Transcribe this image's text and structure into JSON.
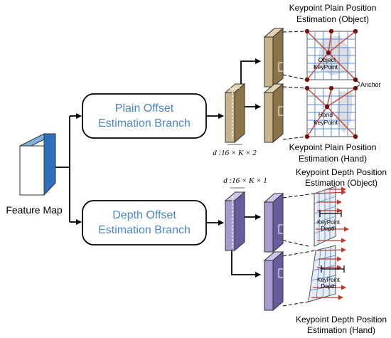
{
  "feature_map": {
    "label": "Feature Map"
  },
  "branches": {
    "plain": {
      "line1": "Plain Offset",
      "line2": "Estimation Branch"
    },
    "depth": {
      "line1": "Depth Offset",
      "line2": "Estimation Branch"
    }
  },
  "dims": {
    "plain": "d :16 × K × 2",
    "depth": "d :16 × K × 1"
  },
  "titles": {
    "plain_object_1": "Keypoint Plain Position",
    "plain_object_2": "Estimation (Object)",
    "plain_hand_1": "Keypoint Plain Position",
    "plain_hand_2": "Estimation (Hand)",
    "depth_object_1": "Keypoint Depth Position",
    "depth_object_2": "Estimation (Object)",
    "depth_hand_1": "Keypoint Depth Position",
    "depth_hand_2": "Estimation (Hand)"
  },
  "annotations": {
    "object_keypoint_1": "Object",
    "object_keypoint_2": "KeyPoint",
    "hand_keypoint_1": "Hand",
    "hand_keypoint_2": "KeyPoint",
    "anchor": "Anchor",
    "depth_label_1": "KeyPoint",
    "depth_label_2": "Depth"
  },
  "colors": {
    "feature_front": "#ffffff",
    "feature_side": "#2e6fbf",
    "feature_top": "#7fb0e0",
    "plain_front": "#c8b48a",
    "plain_side": "#8a7448",
    "plain_top": "#e2d4b0",
    "depth_front": "#a89ad0",
    "depth_side": "#6a5a9e",
    "depth_top": "#cfc6ea",
    "branch_text": "#4a86c8",
    "grid": "#5b8fd6",
    "keypoint": "#7a1010",
    "edge": "#d04030",
    "arrow_red": "#c0392b"
  }
}
